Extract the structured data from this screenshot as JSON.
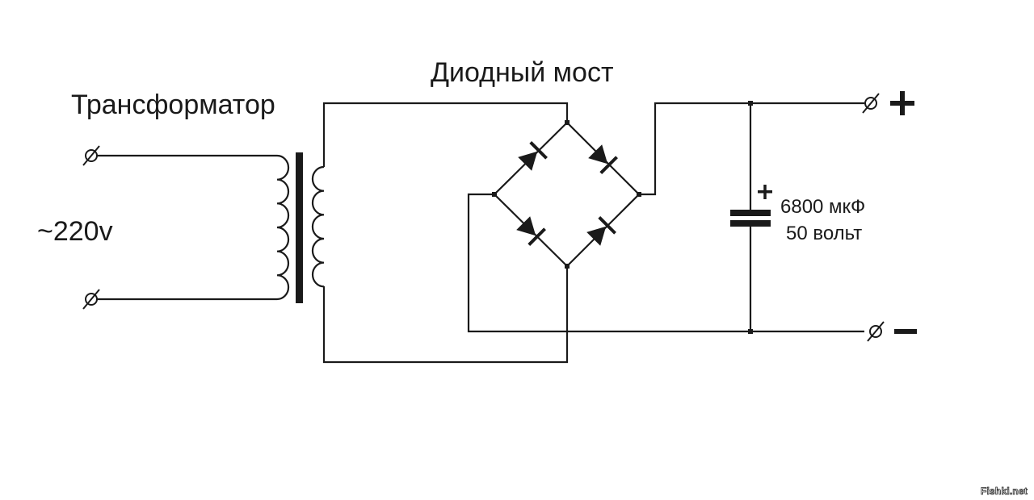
{
  "labels": {
    "transformer": "Трансформатор",
    "bridge": "Диодный мост",
    "input_voltage": "~220v",
    "capacitor_value": "6800 мкФ",
    "capacitor_voltage": "50 вольт",
    "capacitor_polarity": "+",
    "output_plus": "+",
    "output_minus": "−",
    "terminal_symbol": "∅"
  },
  "watermark": "Fishki.net",
  "colors": {
    "ink": "#1a1a1a",
    "background": "#ffffff"
  }
}
